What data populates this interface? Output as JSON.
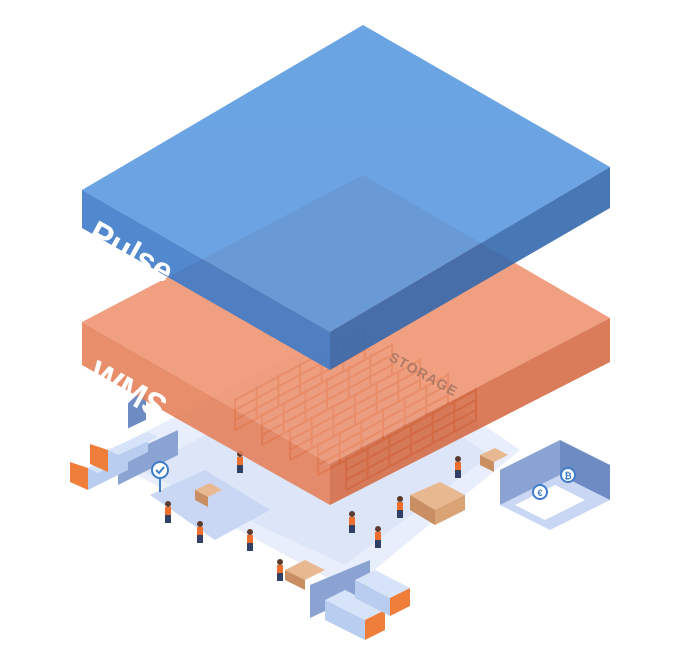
{
  "layers": {
    "top": {
      "label": "Pulse",
      "top_color": "#5b9ae0",
      "left_color": "#3f7cc9",
      "right_color": "#3569ae"
    },
    "middle": {
      "label": "WMS",
      "top_color": "#ef936f",
      "left_color": "#e57f57",
      "right_color": "#d56a43"
    }
  },
  "warehouse": {
    "zone_label": "STORAGE",
    "floor_color": "#e8eefb",
    "accent_color": "#ef7e3a",
    "worker_color": "#ee6f2d",
    "rack_color": "#c86d4a",
    "truck_color": "#9eb8e8",
    "wall_color": "#8aa3d3"
  },
  "icons": [
    "checkmark-badge-icon",
    "euro-badge-icon",
    "bitcoin-badge-icon"
  ]
}
